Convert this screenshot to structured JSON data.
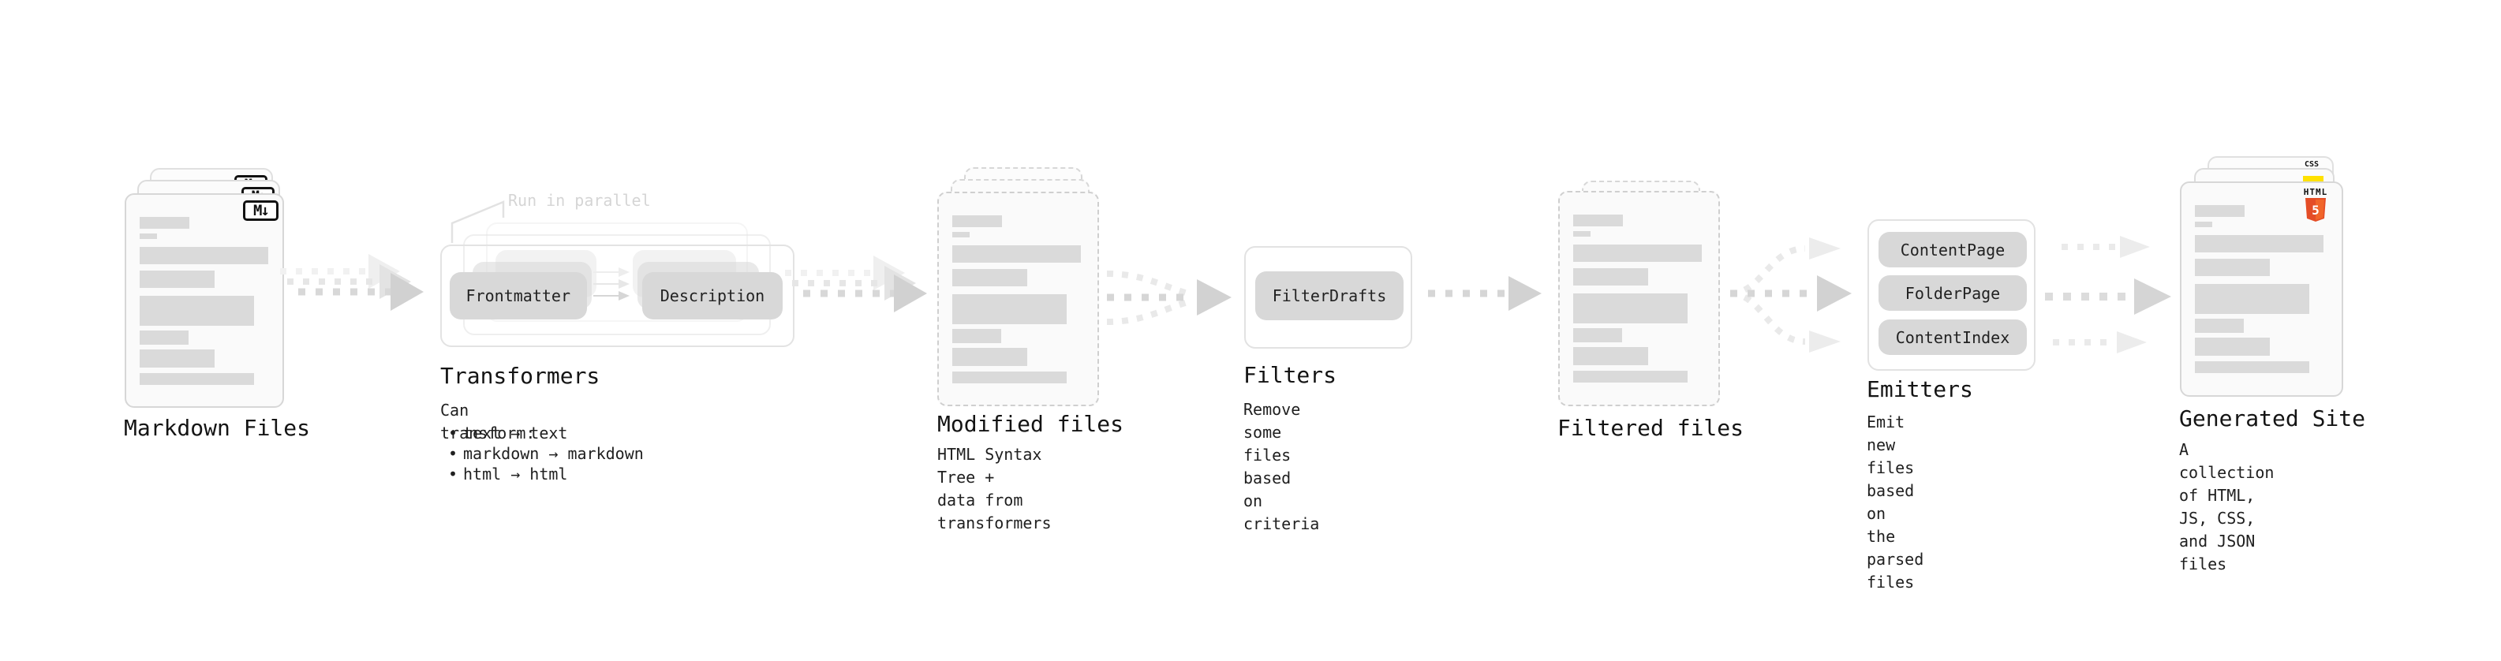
{
  "palette": {
    "background": "#ffffff",
    "card_bg": "#fafafa",
    "card_border": "#d7d7d7",
    "content_bar": "#dadada",
    "pill_bg": "#d8d8d8",
    "text": "#1c1c1c",
    "muted_label": "#d5d5d5",
    "arrow_dash": "#d8d8d8",
    "arrow_head": "#d1d1d1",
    "html5_orange": "#e44d26",
    "html5_orange_light": "#f16529",
    "js_yellow": "#ffe100",
    "css_blue": "#2760e6"
  },
  "icons": {
    "markdown_text": "M↓"
  },
  "sections": {
    "markdown": {
      "title": "Markdown Files"
    },
    "transformers": {
      "title": "Transformers",
      "run_label": "Run in parallel",
      "pill_frontmatter": "Frontmatter",
      "pill_description": "Description",
      "note_heading": "Can transform:",
      "bullets": [
        "text → text",
        "markdown → markdown",
        "html → html"
      ]
    },
    "modified": {
      "title": "Modified files",
      "subtitle": "HTML Syntax Tree +\ndata from transformers"
    },
    "filters": {
      "title": "Filters",
      "pill": "FilterDrafts",
      "subtitle": "Remove some files based\non criteria"
    },
    "filtered": {
      "title": "Filtered files"
    },
    "emitters": {
      "title": "Emitters",
      "pills": [
        "ContentPage",
        "FolderPage",
        "ContentIndex"
      ],
      "subtitle": "Emit new files based on\nthe parsed files"
    },
    "generated": {
      "title": "Generated Site",
      "subtitle": "A collection of HTML,\nJS, CSS, and JSON files",
      "html_badge": "HTML",
      "html_number": "5",
      "css_label": "CSS"
    }
  }
}
